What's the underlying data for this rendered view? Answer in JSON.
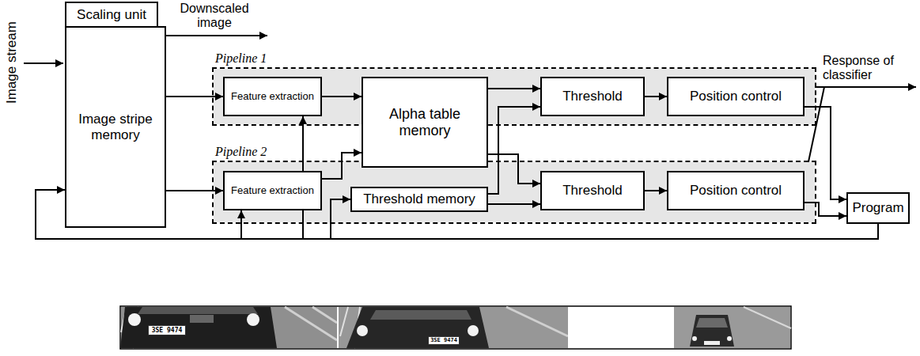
{
  "diagram": {
    "nodes": [
      {
        "text": [
          "Scaling unit"
        ]
      },
      {
        "text": [
          "Image stripe memory"
        ]
      },
      {
        "text": [
          "Pipeline 1"
        ]
      },
      {
        "text": [
          "Feature extraction"
        ],
        "in": 2
      },
      {
        "text": [
          "Alpha table memory"
        ]
      },
      {
        "text": [
          "Threshold"
        ],
        "in": 2
      },
      {
        "text": [
          "Position control"
        ],
        "in": 2
      },
      {
        "text": [
          "Pipeline 2"
        ]
      },
      {
        "text": [
          "Feature extraction"
        ],
        "in": 7
      },
      {
        "text": [
          "Threshold memory"
        ],
        "in": 7
      },
      {
        "text": [
          "Threshold"
        ],
        "in": 7
      },
      {
        "text": [
          "Position control"
        ],
        "in": 7
      },
      {
        "text": [
          "Program"
        ]
      }
    ],
    "edges": [
      {
        "from": 1,
        "to": 3,
        "arrow": "to"
      },
      {
        "from": 1,
        "to": 8,
        "arrow": "to"
      },
      {
        "from": 3,
        "to": 4,
        "arrow": "to"
      },
      {
        "from": 8,
        "to": 4,
        "arrow": "to"
      },
      {
        "from": 4,
        "to": 5,
        "arrow": "to"
      },
      {
        "from": 4,
        "to": 10,
        "arrow": "to"
      },
      {
        "from": 9,
        "to": 5,
        "arrow": "to"
      },
      {
        "from": 9,
        "to": 10,
        "arrow": "to"
      },
      {
        "from": 5,
        "to": 6,
        "arrow": "to"
      },
      {
        "from": 10,
        "to": 11,
        "arrow": "to"
      },
      {
        "from": 6,
        "to": 12,
        "arrow": "to"
      },
      {
        "from": 11,
        "to": 12,
        "arrow": "to"
      },
      {
        "from": 12,
        "to": 1,
        "arrow": "to"
      },
      {
        "from": 12,
        "to": 8,
        "arrow": "to"
      },
      {
        "from": 12,
        "to": 3,
        "arrow": "to"
      },
      {
        "from": 12,
        "to": 9,
        "arrow": "to"
      }
    ],
    "labels": [
      "Image stream",
      "Downscaled image",
      "Response of classifier",
      "3SE 9474",
      "3SE 9474"
    ]
  }
}
